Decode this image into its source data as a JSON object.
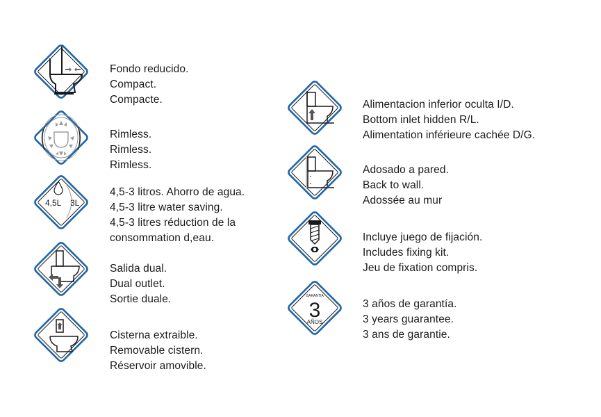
{
  "colors": {
    "frame_blue": "#1f65a8",
    "line_black": "#1a1a1a",
    "arrow_gray": "#777777",
    "rim_gray": "#9a9a9a"
  },
  "features": [
    {
      "icon": "compact-toilet-icon",
      "lines": [
        "Fondo reducido.",
        "Compact.",
        "Compacte."
      ]
    },
    {
      "icon": "rimless-bowl-icon",
      "lines": [
        "Rimless.",
        "Rimless.",
        "Rimless."
      ]
    },
    {
      "icon": "water-saving-icon",
      "icon_labels": {
        "full": "4,5L",
        "half": "3L"
      },
      "lines": [
        "4,5-3 litros. Ahorro de agua.",
        "4,5-3 litre water saving.",
        "4,5-3 litres réduction de la",
        "consommation d,eau."
      ]
    },
    {
      "icon": "dual-outlet-icon",
      "lines": [
        "Salida dual.",
        "Dual outlet.",
        "Sortie duale."
      ]
    },
    {
      "icon": "removable-cistern-icon",
      "lines": [
        "Cisterna extraible.",
        "Removable cistern.",
        "Réservoir amovible."
      ]
    },
    {
      "icon": "bottom-inlet-icon",
      "lines": [
        "Alimentacion inferior oculta I/D.",
        "Bottom inlet hidden R/L.",
        "Alimentation inférieure cachée D/G."
      ]
    },
    {
      "icon": "back-to-wall-icon",
      "lines": [
        "Adosado a pared.",
        "Back to wall.",
        "Adossée au mur"
      ]
    },
    {
      "icon": "fixing-kit-icon",
      "lines": [
        "Incluye juego de fijación.",
        "Includes fixing kit.",
        "Jeu de fixation compris."
      ]
    },
    {
      "icon": "guarantee-icon",
      "icon_labels": {
        "top": "GARANTIA",
        "number": "3",
        "bottom": "AÑOS"
      },
      "lines": [
        "3 años de garantía.",
        "3 years  guarantee.",
        "3 ans de garantie."
      ]
    }
  ]
}
